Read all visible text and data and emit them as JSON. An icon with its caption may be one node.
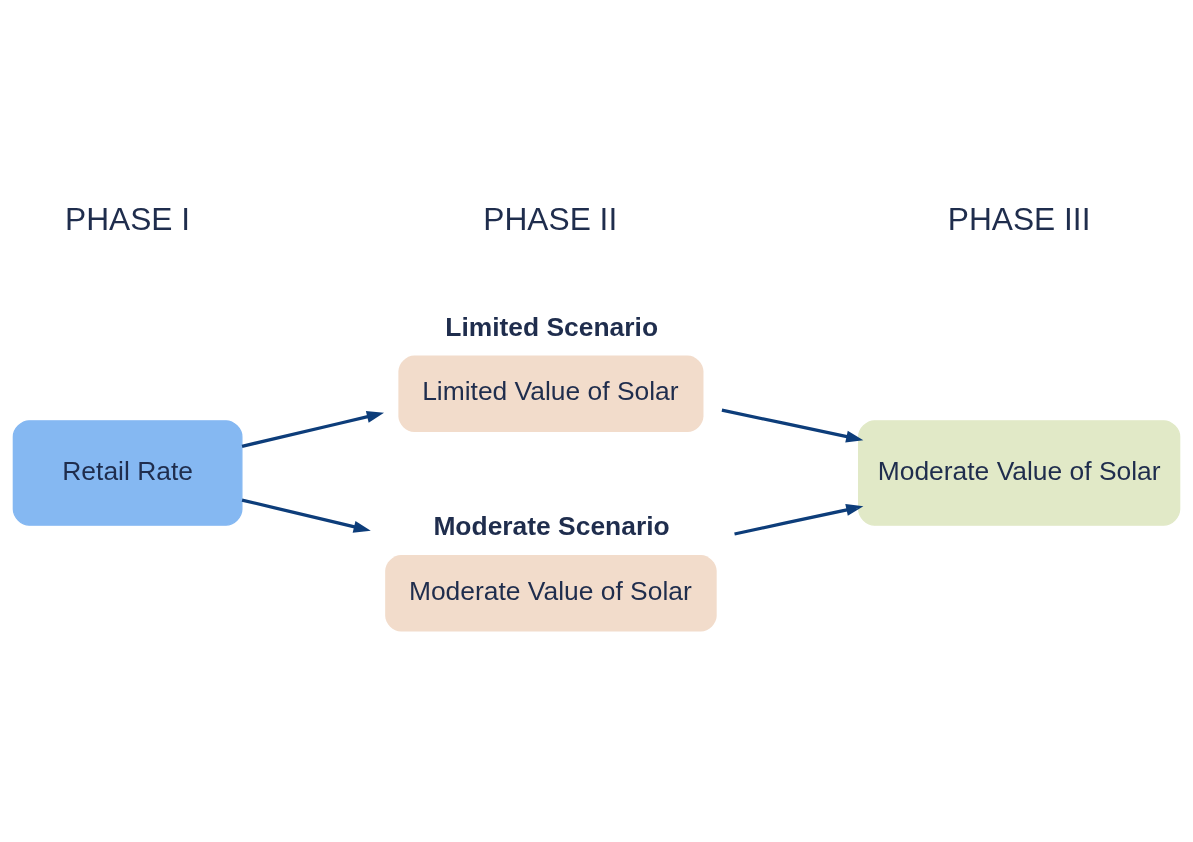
{
  "diagram": {
    "nodes": [
      {
        "text": [
          "Retail Rate"
        ]
      },
      {
        "text": [
          "Limited Scenario",
          "Limited Value of Solar"
        ]
      },
      {
        "text": [
          "Moderate Scenario",
          "Moderate Value of Solar"
        ]
      },
      {
        "text": [
          "Moderate Value of Solar"
        ]
      }
    ],
    "edges": [
      {
        "from": 0,
        "to": 1,
        "arrow": "to"
      },
      {
        "from": 1,
        "to": 3,
        "arrow": "to"
      },
      {
        "from": 0,
        "to": 2,
        "arrow": "to"
      },
      {
        "from": 2,
        "to": 3,
        "arrow": "to"
      }
    ],
    "labels": [
      "PHASE I",
      "PHASE II",
      "PHASE III"
    ]
  }
}
